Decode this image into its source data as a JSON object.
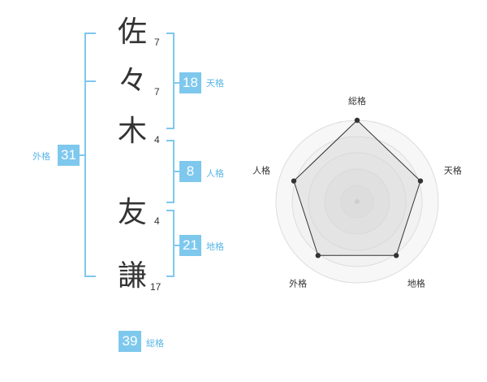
{
  "name": {
    "chars": [
      {
        "char": "佐",
        "strokes": "7"
      },
      {
        "char": "々",
        "strokes": "7"
      },
      {
        "char": "木",
        "strokes": "4"
      },
      {
        "char": "友",
        "strokes": "4"
      },
      {
        "char": "謙",
        "strokes": "17"
      }
    ]
  },
  "kakusu": {
    "gaikaku": {
      "label": "外格",
      "value": "31"
    },
    "tenkaku": {
      "label": "天格",
      "value": "18"
    },
    "jinkaku": {
      "label": "人格",
      "value": "8"
    },
    "chikaku": {
      "label": "地格",
      "value": "21"
    },
    "soukaku": {
      "label": "総格",
      "value": "39"
    }
  },
  "colors": {
    "accent": "#7ec8ee",
    "accent_text": "#59b5e6",
    "text": "#333333"
  },
  "chart_data": {
    "type": "radar",
    "axes": [
      "総格",
      "天格",
      "地格",
      "外格",
      "人格"
    ],
    "values": [
      1.0,
      0.82,
      0.82,
      0.82,
      0.82
    ]
  }
}
